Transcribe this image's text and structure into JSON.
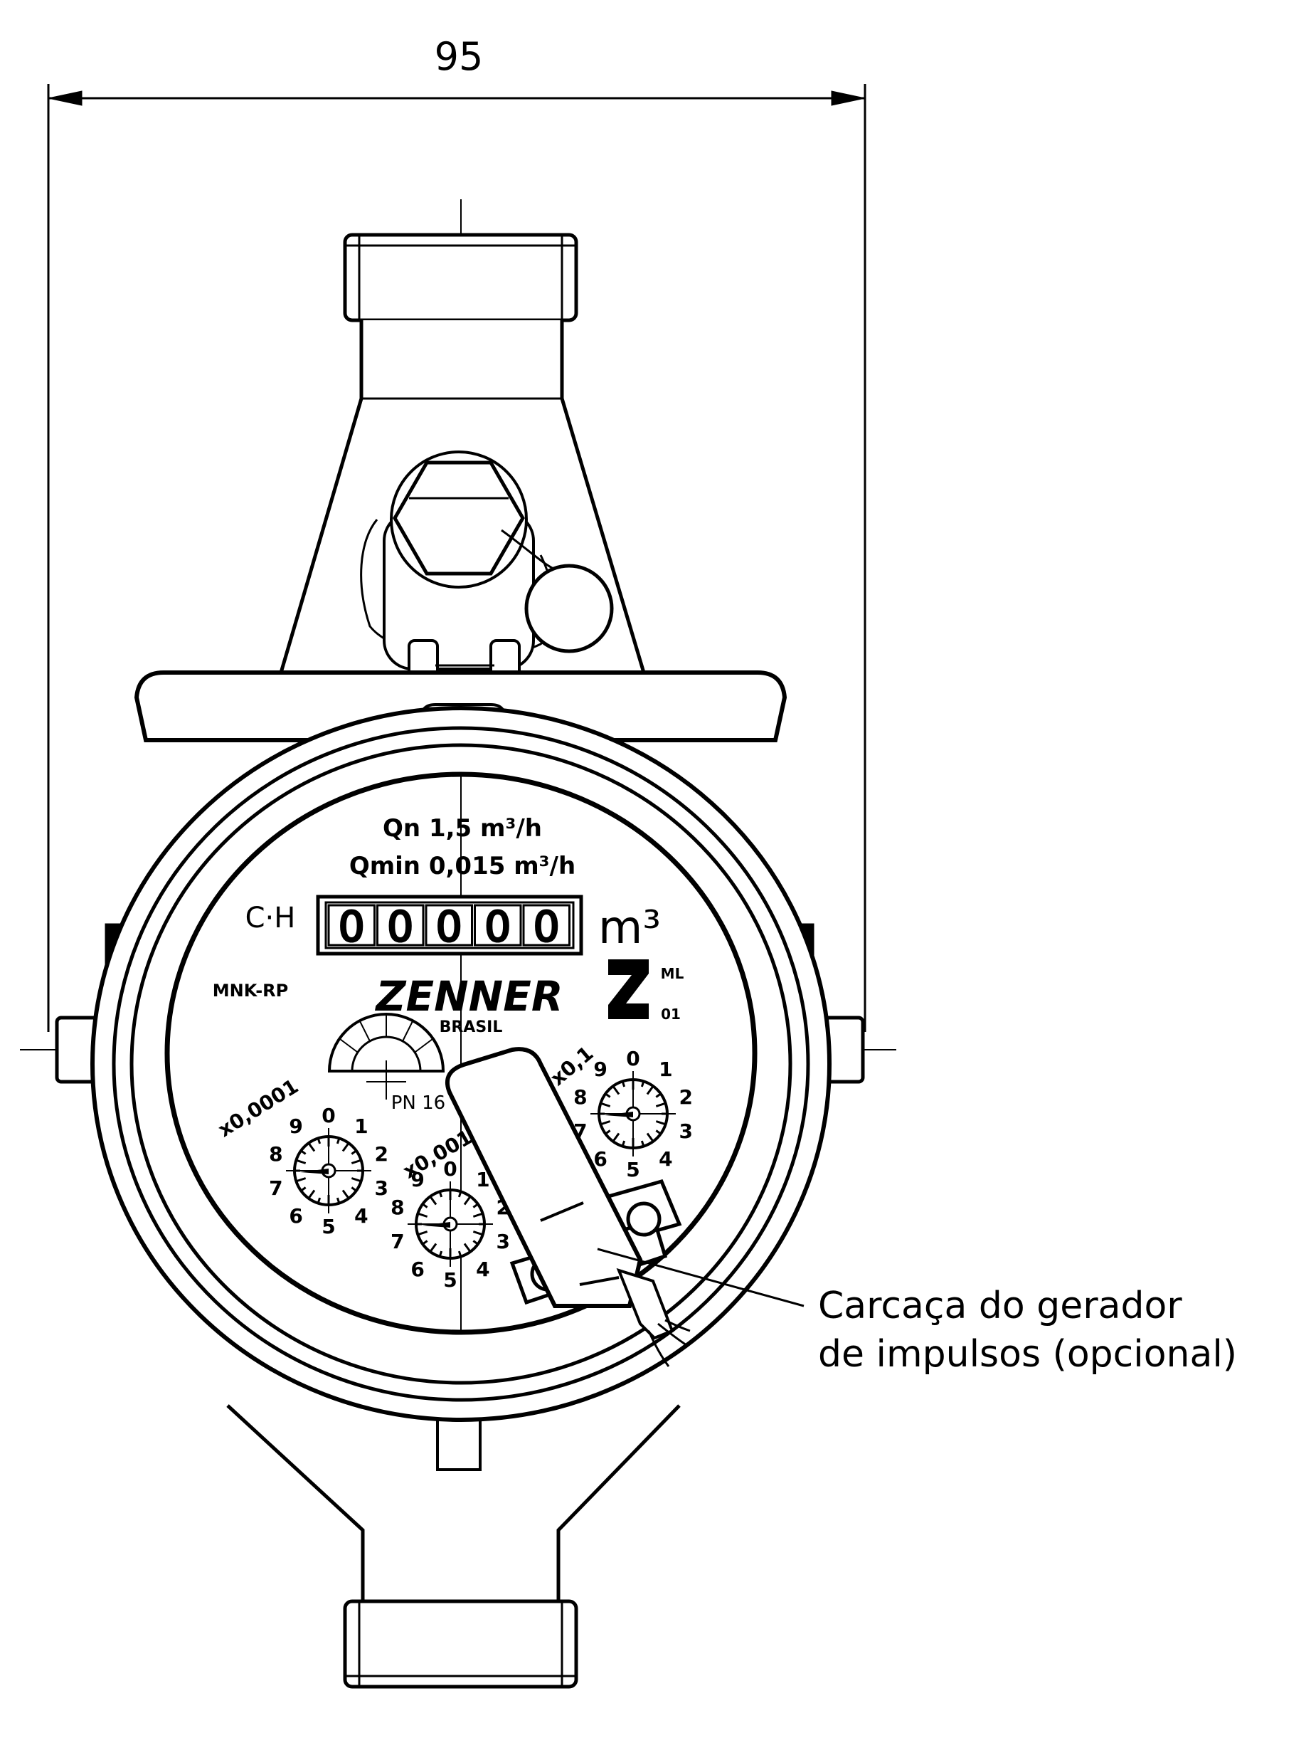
{
  "dimension": {
    "width_label": "95"
  },
  "dial": {
    "flow_nominal": "Qn 1,5 m³/h",
    "flow_minimum": "Qmin 0,015 m³/h",
    "counter_prefix": "C·H",
    "counter_digits": [
      "0",
      "0",
      "0",
      "0",
      "0"
    ],
    "counter_unit": "m³",
    "model": "MNK-RP",
    "brand": "ZENNER",
    "brand_sub": "BRASIL",
    "metrology_mark_top": "ML",
    "metrology_mark_bottom": "01",
    "pressure": "PN 16",
    "dials": [
      {
        "multiplier": "x0,0001",
        "numbers": [
          "0",
          "1",
          "2",
          "3",
          "4",
          "5",
          "6",
          "7",
          "8",
          "9"
        ]
      },
      {
        "multiplier": "x0,001",
        "numbers": [
          "0",
          "1",
          "2",
          "3",
          "4",
          "5",
          "6",
          "7",
          "8",
          "9"
        ]
      },
      {
        "multiplier": "x0,1",
        "numbers": [
          "0",
          "1",
          "2",
          "3",
          "4",
          "5",
          "6",
          "7",
          "8",
          "9"
        ]
      }
    ]
  },
  "callout": {
    "line1": "Carcaça do gerador",
    "line2": "de impulsos (opcional)"
  }
}
